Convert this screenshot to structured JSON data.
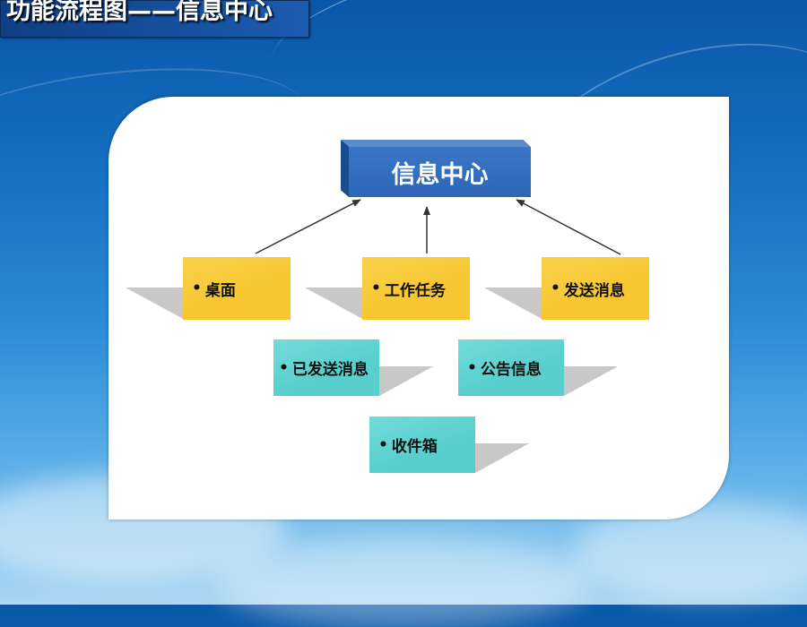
{
  "slide": {
    "title": "功能流程图——信息中心"
  },
  "diagram": {
    "hub": {
      "label": "信息中心"
    },
    "bullet": "•",
    "level1": [
      {
        "label": "桌面"
      },
      {
        "label": "工作任务"
      },
      {
        "label": "发送消息"
      }
    ],
    "level2": [
      {
        "label": "已发送消息"
      },
      {
        "label": "公告信息"
      },
      {
        "label": "收件箱"
      }
    ],
    "colors": {
      "hub": "#2d66b7",
      "level1": "#f7c630",
      "level2": "#5ed3d1",
      "title_bar": "#1c5cb0"
    }
  }
}
